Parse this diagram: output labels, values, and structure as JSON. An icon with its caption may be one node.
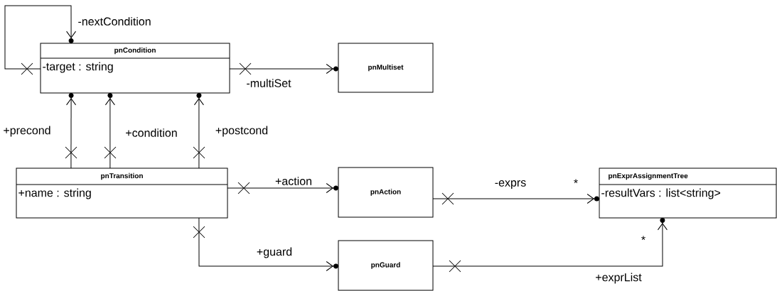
{
  "diagram": {
    "nodes": [
      {
        "text": [
          "pnCondition",
          "-target : string"
        ]
      },
      {
        "text": [
          "pnMultiset"
        ]
      },
      {
        "text": [
          "pnTransition",
          "+name : string"
        ]
      },
      {
        "text": [
          "pnAction"
        ]
      },
      {
        "text": [
          "pnExprAssignmentTree",
          "-resultVars : list<string>"
        ]
      },
      {
        "text": [
          "pnGuard"
        ]
      }
    ],
    "edges": [
      {
        "from": 0,
        "to": 0,
        "arrow": "to",
        "label": "-nextCondition"
      },
      {
        "from": 0,
        "to": 1,
        "arrow": "to",
        "label": "-multiSet"
      },
      {
        "from": 2,
        "to": 0,
        "arrow": "to",
        "label": "+precond"
      },
      {
        "from": 2,
        "to": 0,
        "arrow": "to",
        "label": "+condition"
      },
      {
        "from": 2,
        "to": 0,
        "arrow": "to",
        "label": "+postcond"
      },
      {
        "from": 2,
        "to": 3,
        "arrow": "to",
        "label": "+action"
      },
      {
        "from": 3,
        "to": 4,
        "arrow": "to",
        "label": "-exprs"
      },
      {
        "from": 2,
        "to": 5,
        "arrow": "to",
        "label": "+guard"
      },
      {
        "from": 5,
        "to": 4,
        "arrow": "to",
        "label": "+exprList"
      }
    ],
    "labels": [
      "*",
      "*"
    ]
  }
}
